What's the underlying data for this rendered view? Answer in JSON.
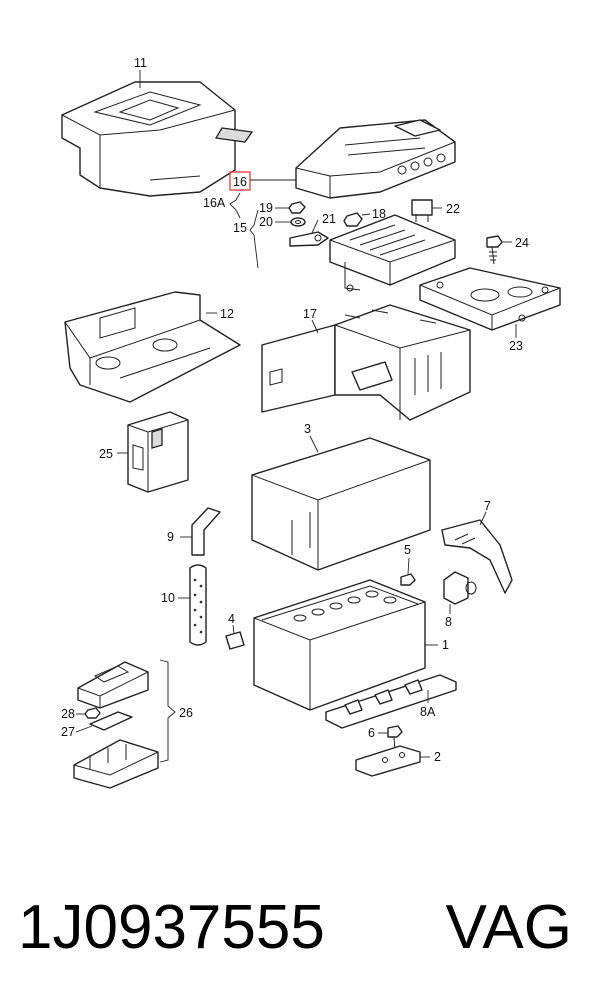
{
  "diagram": {
    "callouts": {
      "c11": "11",
      "c16": "16",
      "c16a": "16A",
      "c19": "19",
      "c21": "21",
      "c18": "18",
      "c22": "22",
      "c20": "20",
      "c15": "15",
      "c24": "24",
      "c12": "12",
      "c17": "17",
      "c23": "23",
      "c25": "25",
      "c3": "3",
      "c7": "7",
      "c9": "9",
      "c5": "5",
      "c10": "10",
      "c8": "8",
      "c4": "4",
      "c1": "1",
      "c28": "28",
      "c26": "26",
      "c8a": "8A",
      "c27": "27",
      "c6": "6",
      "c2": "2"
    },
    "highlighted_callout": "16",
    "highlight_color": "#e6474b"
  },
  "footer": {
    "part_number": "1J0937555",
    "brand": "VAG"
  }
}
